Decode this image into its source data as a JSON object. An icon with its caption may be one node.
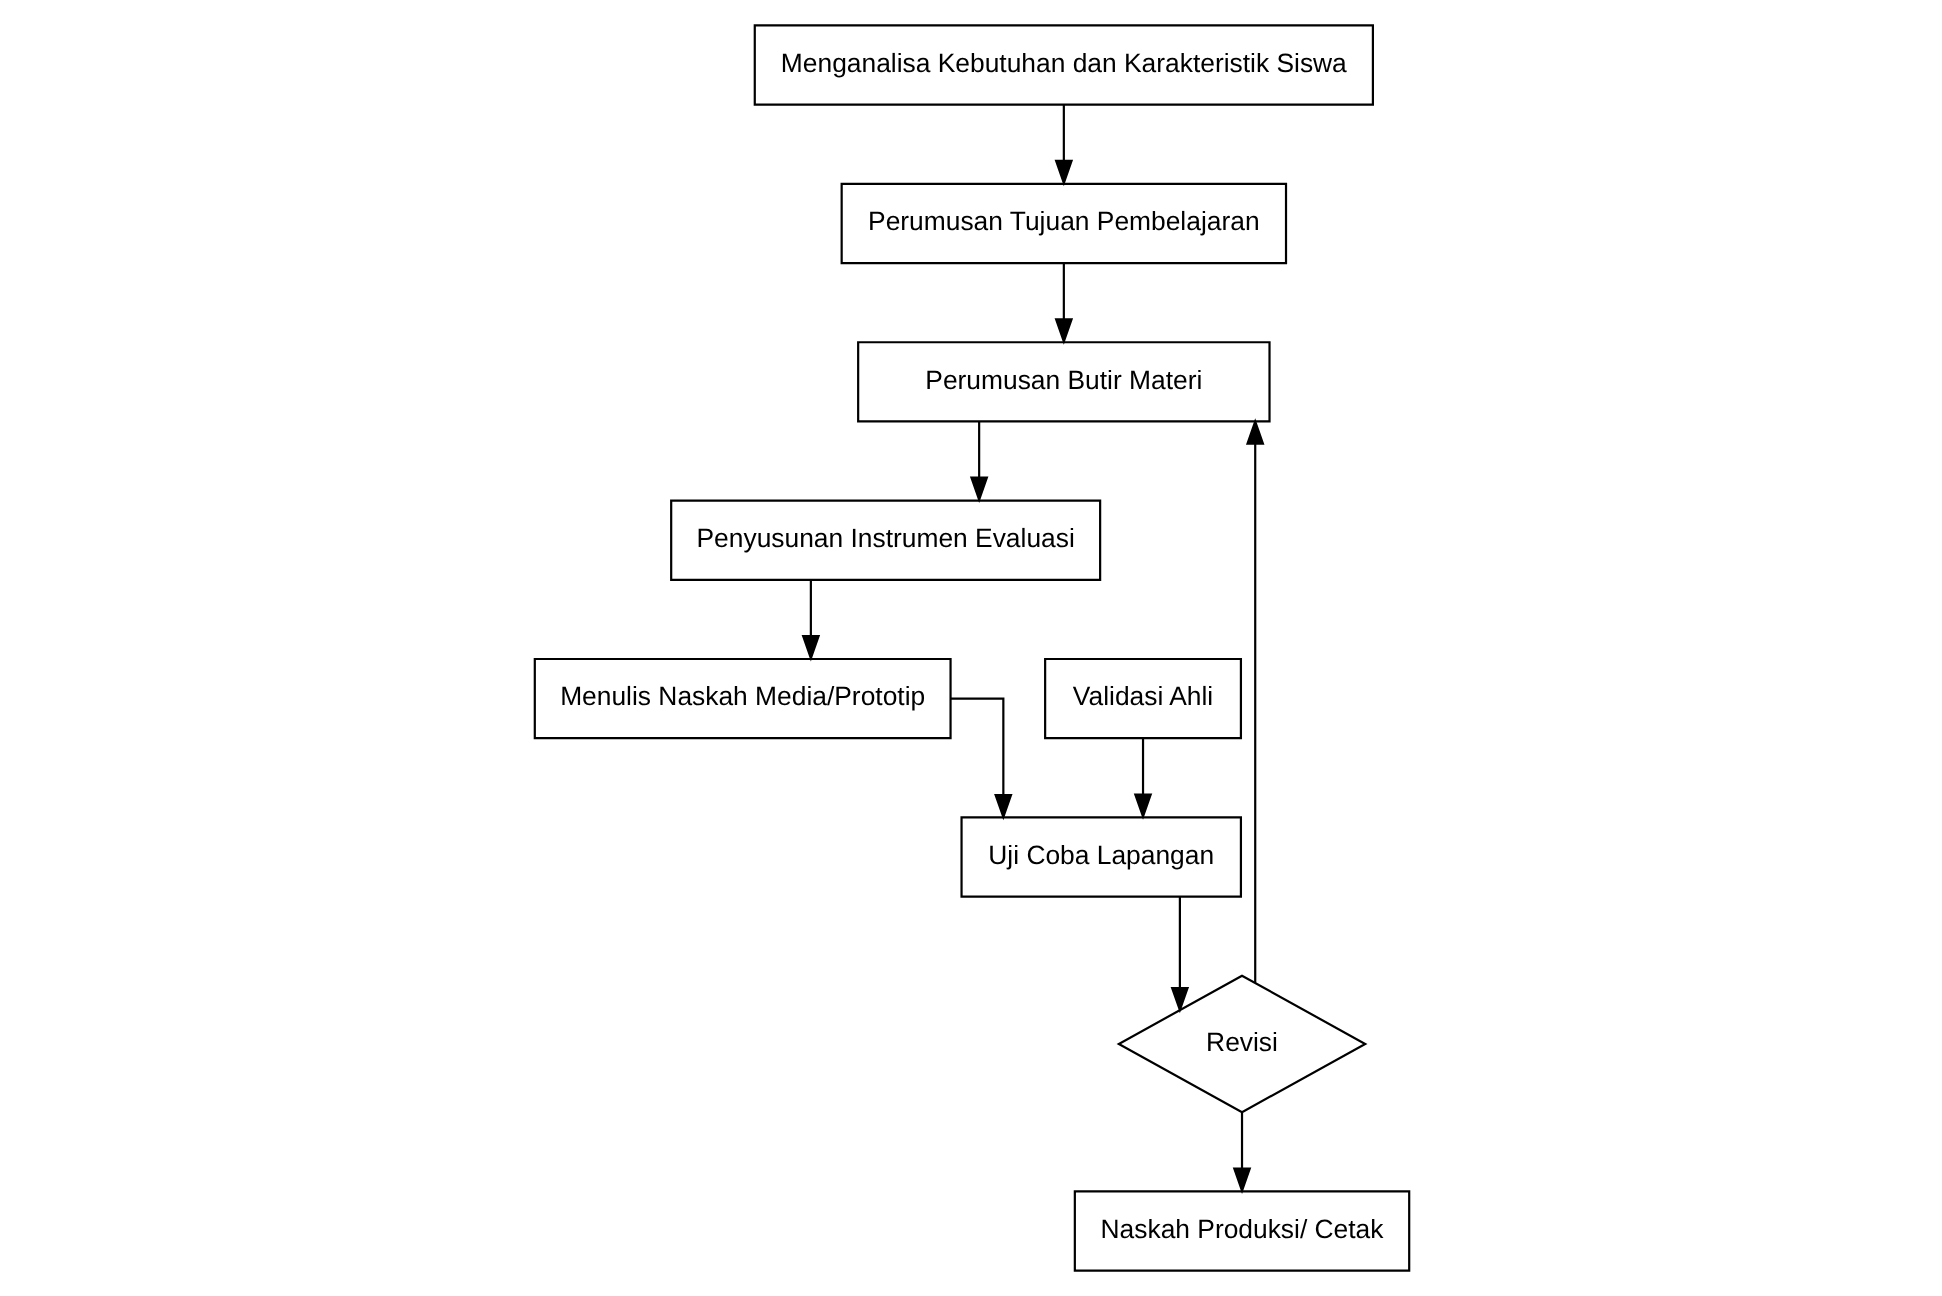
{
  "diagram": {
    "nodes": [
      {
        "text": [
          "Menganalisa Kebutuhan dan Karakteristik Siswa"
        ]
      },
      {
        "text": [
          "Perumusan Tujuan Pembelajaran"
        ]
      },
      {
        "text": [
          "Perumusan Butir Materi"
        ]
      },
      {
        "text": [
          "Penyusunan Instrumen Evaluasi"
        ]
      },
      {
        "text": [
          "Menulis Naskah Media/Prototip"
        ]
      },
      {
        "text": [
          "Validasi Ahli"
        ]
      },
      {
        "text": [
          "Uji Coba Lapangan"
        ]
      },
      {
        "text": [
          "Revisi"
        ]
      },
      {
        "text": [
          "Naskah Produksi/ Cetak"
        ]
      }
    ],
    "edges": [
      {
        "from": 0,
        "to": 1,
        "arrow": "to"
      },
      {
        "from": 1,
        "to": 2,
        "arrow": "to"
      },
      {
        "from": 2,
        "to": 3,
        "arrow": "to"
      },
      {
        "from": 3,
        "to": 4,
        "arrow": "to"
      },
      {
        "from": 4,
        "to": 6,
        "arrow": "to"
      },
      {
        "from": 5,
        "to": 6,
        "arrow": "to"
      },
      {
        "from": 6,
        "to": 7,
        "arrow": "to"
      },
      {
        "from": 7,
        "to": 2,
        "arrow": "to"
      },
      {
        "from": 7,
        "to": 8,
        "arrow": "to"
      }
    ]
  }
}
